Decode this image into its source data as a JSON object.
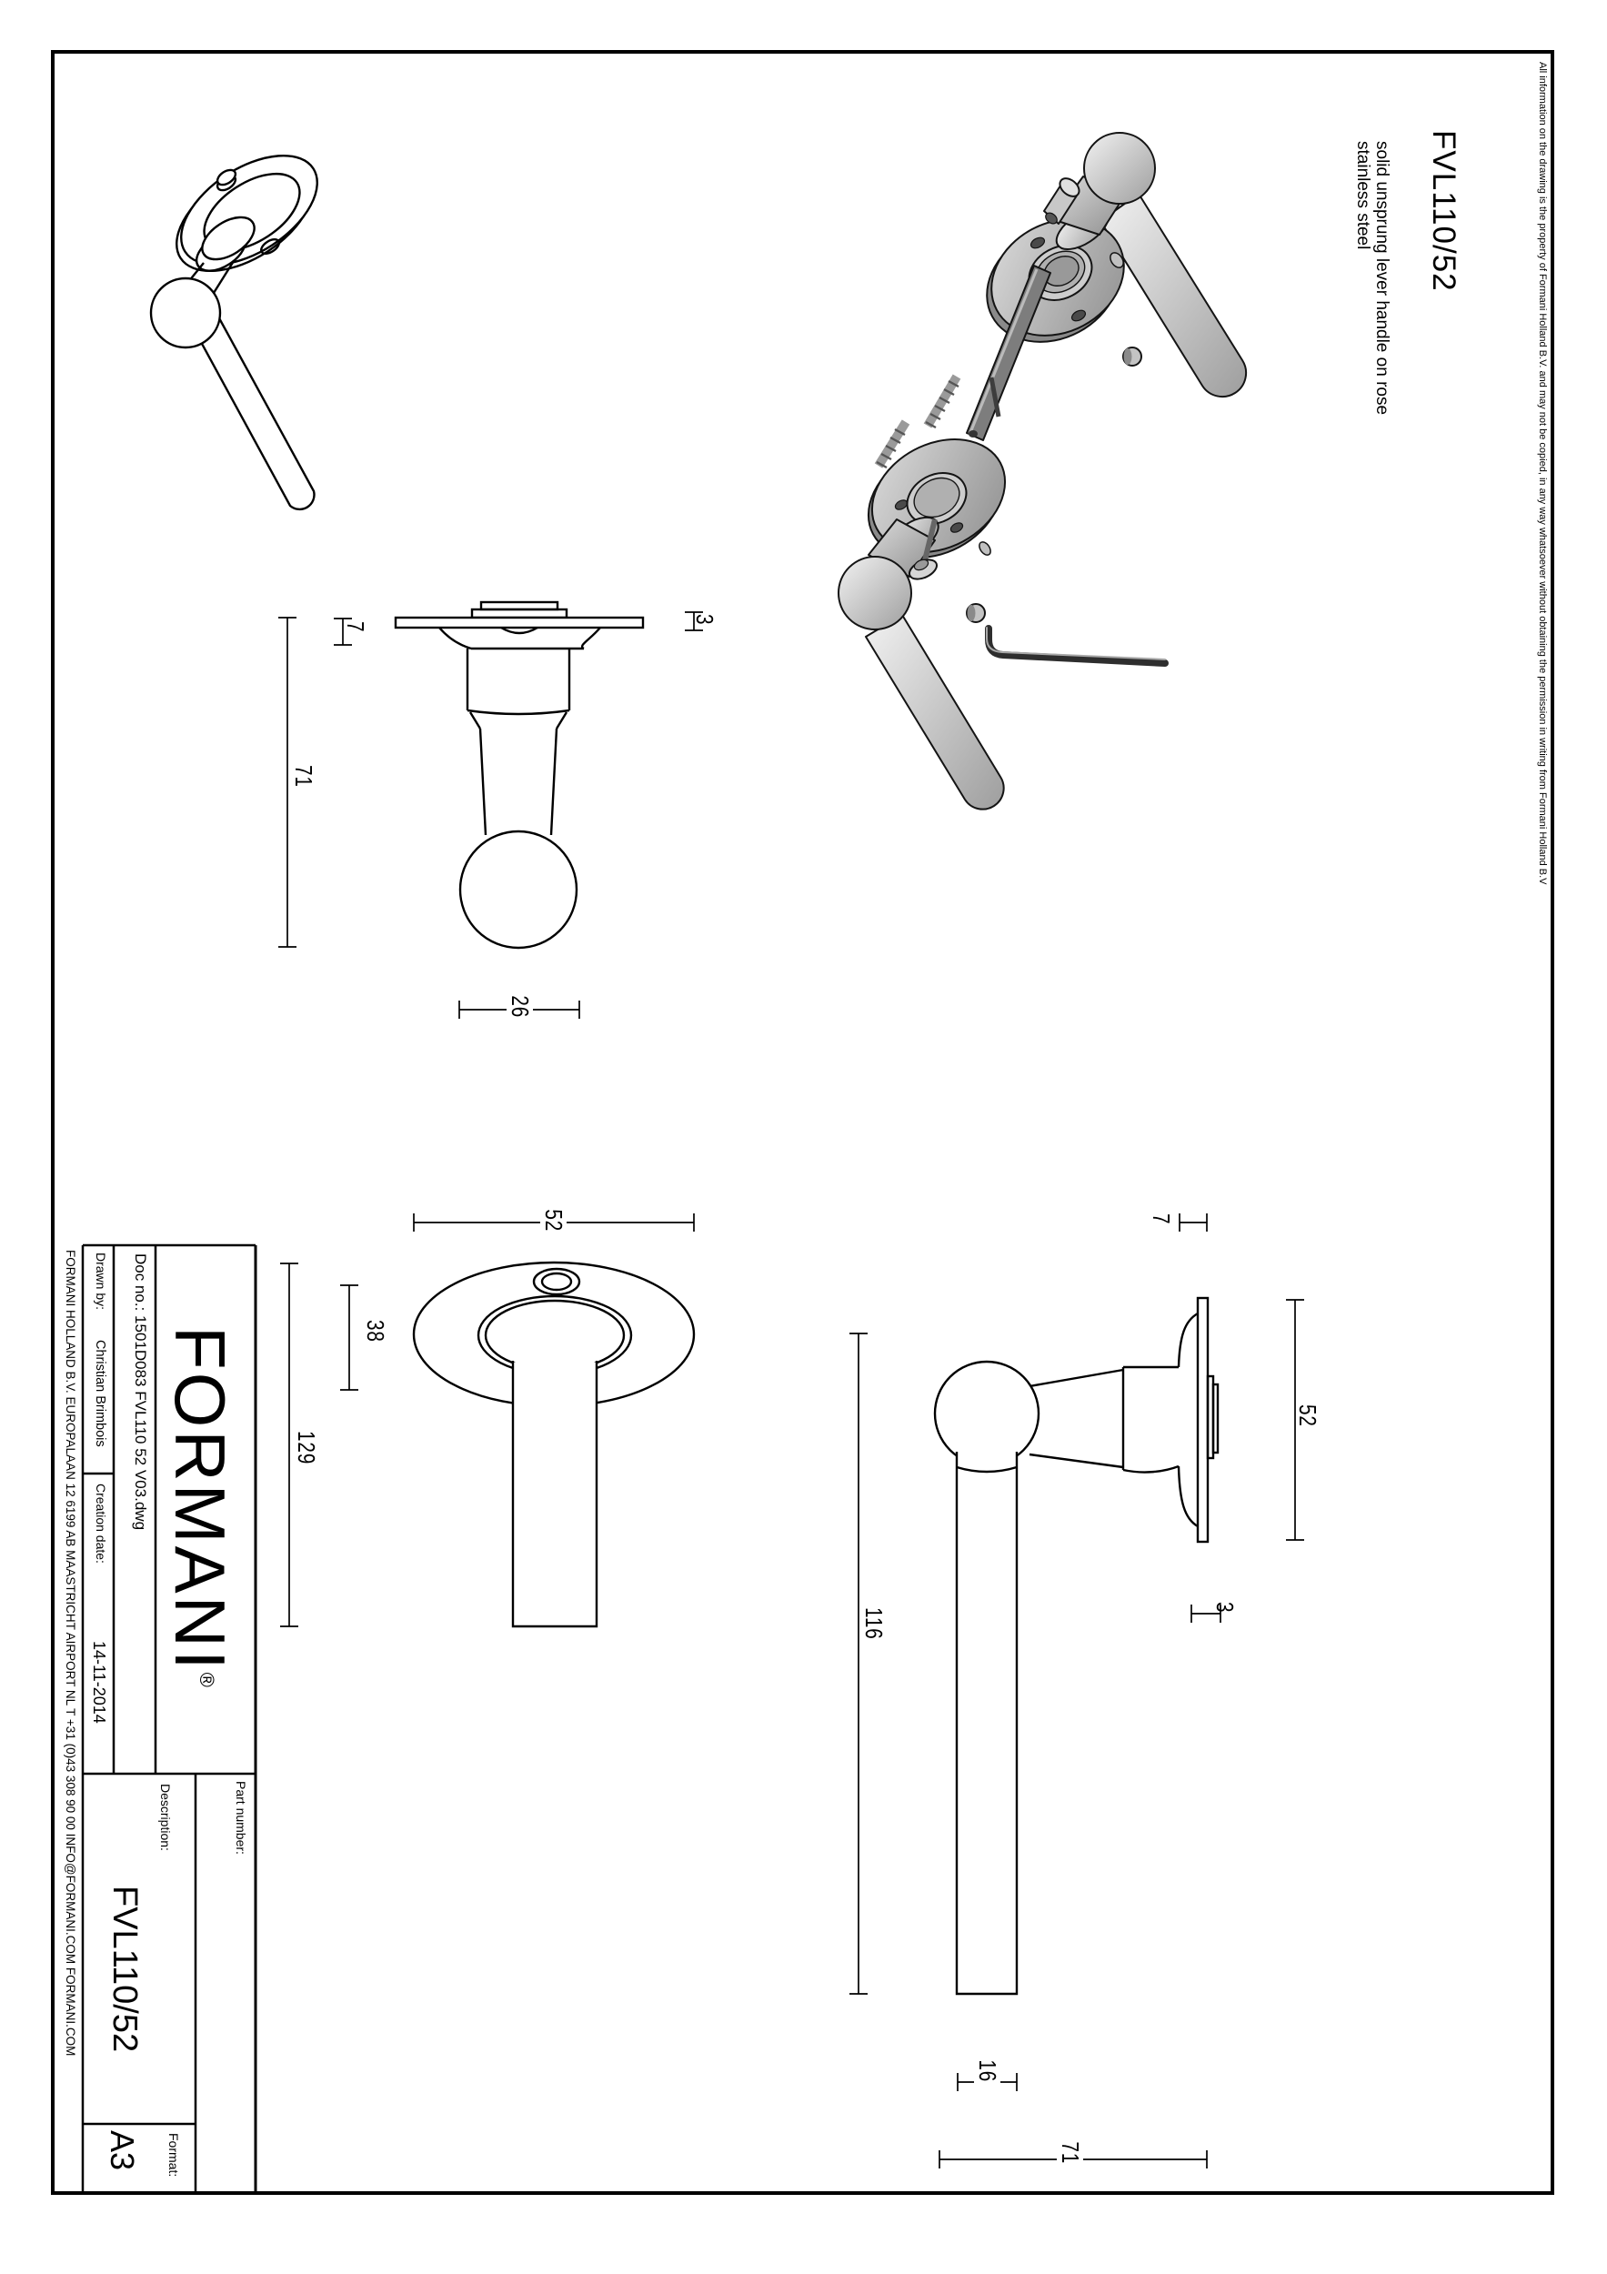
{
  "edge_note": "All information on the drawing is the property of Formani Holland B.V. and may not be copied, in any way whatsoever without obtaining the permission in writing from Formani Holland B.V",
  "header": {
    "product_code": "FVL110/52",
    "description_line1": "solid unsprung lever handle on rose",
    "description_line2": "stainless steel"
  },
  "title_block": {
    "logo_text": "FORMANI",
    "logo_reg": "®",
    "company_line": "FORMANI HOLLAND B.V. EUROPALAAN 12 6199 AB MAASTRICHT AIRPORT NL T +31 (0)43 308 90 00  INFO@FORMANI.COM FORMANI.COM",
    "doc_no_label": "Doc no.:",
    "doc_no_value": "1501D083 FVL110 52 V03.dwg",
    "drawn_by_label": "Drawn by:",
    "drawn_by_value": "Christian Brimbois",
    "creation_date_label": "Creation date:",
    "creation_date_value": "14-11-2014",
    "part_number_label": "Part number:",
    "description_label": "Description:",
    "description_value": "FVL110/52",
    "format_label": "Format:",
    "format_value": "A3"
  },
  "dimensions": {
    "top_view": {
      "rose_depth": "7",
      "overall_projection": "71",
      "plate_thickness": "3",
      "ball_diameter": "26"
    },
    "front_view": {
      "rose_diameter": "52",
      "inner_ring_diameter": "38",
      "overall_length": "129"
    },
    "side_view": {
      "rose_depth": "7",
      "rose_diameter": "52",
      "plate_thickness": "3",
      "lever_length": "116",
      "grip_width": "16",
      "projection": "71"
    }
  },
  "colors": {
    "line": "#000000",
    "shade_dark": "#7d7d7d",
    "shade_light": "#f2f2f2"
  }
}
